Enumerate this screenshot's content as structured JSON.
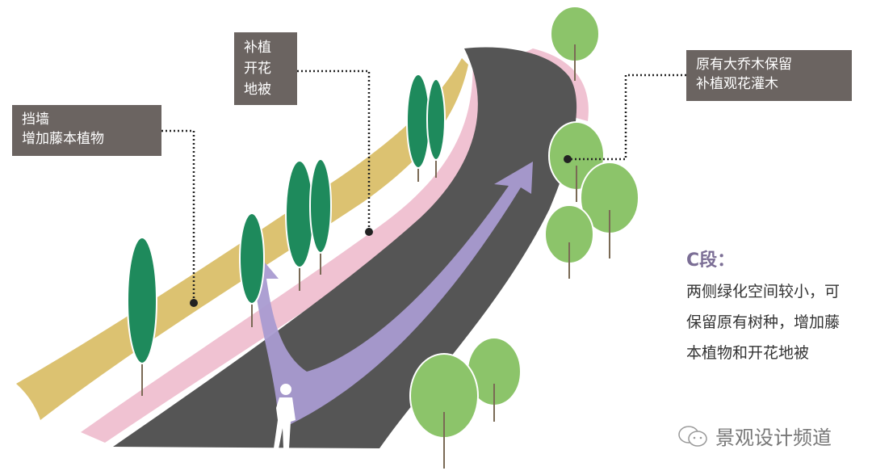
{
  "labels": {
    "wall": [
      "挡墙",
      "增加藤本植物"
    ],
    "ground": [
      "补植",
      "开花",
      "地被"
    ],
    "trees": [
      "原有大乔木保留",
      "补植观花灌木"
    ]
  },
  "description": {
    "heading": "C段：",
    "lines": [
      "两侧绿化空间较小，可",
      "保留原有树种，增加藤",
      "本植物和开花地被"
    ]
  },
  "watermark": "景观设计频道",
  "colors": {
    "road": "#555555",
    "wall_band": "#dcc271",
    "flower_band": "#f0c2d2",
    "tall_tree": "#1e8a5c",
    "round_tree": "#8cc46a",
    "arrow": "#a99bd1",
    "label_bg": "#6b6461"
  }
}
